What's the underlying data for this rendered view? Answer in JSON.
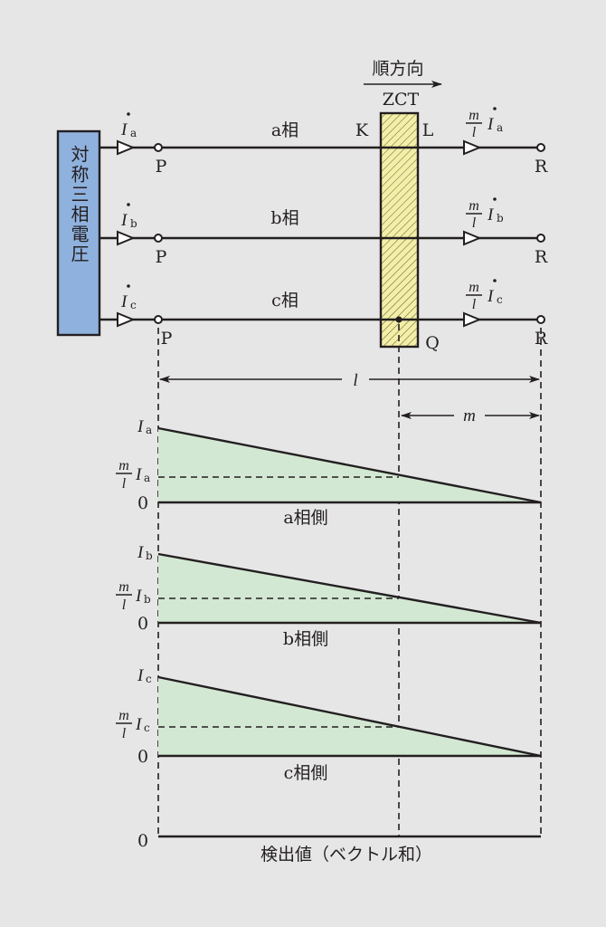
{
  "source": {
    "label": "対称三相電圧",
    "color": "#8fb1de"
  },
  "direction_label": "順方向",
  "zct": {
    "label": "ZCT",
    "k": "K",
    "l": "L",
    "q": "Q",
    "color": "#f4efa6"
  },
  "phases": [
    {
      "name": "a相",
      "current": "I",
      "sub": "a",
      "p": "P",
      "r": "R",
      "ratio_num": "m",
      "ratio_den": "l"
    },
    {
      "name": "b相",
      "current": "I",
      "sub": "b",
      "p": "P",
      "r": "R",
      "ratio_num": "m",
      "ratio_den": "l"
    },
    {
      "name": "c相",
      "current": "I",
      "sub": "c",
      "p": "P",
      "r": "R",
      "ratio_num": "m",
      "ratio_den": "l"
    }
  ],
  "dimensions": {
    "total": "l",
    "partial": "m"
  },
  "graphs": [
    {
      "title": "a相側",
      "top": "I",
      "sub": "a",
      "mid_num": "m",
      "mid_den": "l",
      "zero": "0"
    },
    {
      "title": "b相側",
      "top": "I",
      "sub": "b",
      "mid_num": "m",
      "mid_den": "l",
      "zero": "0"
    },
    {
      "title": "c相側",
      "top": "I",
      "sub": "c",
      "mid_num": "m",
      "mid_den": "l",
      "zero": "0"
    }
  ],
  "result": {
    "title": "検出値（ベクトル和）",
    "zero": "0"
  },
  "fill_color": "#d3e8d3"
}
